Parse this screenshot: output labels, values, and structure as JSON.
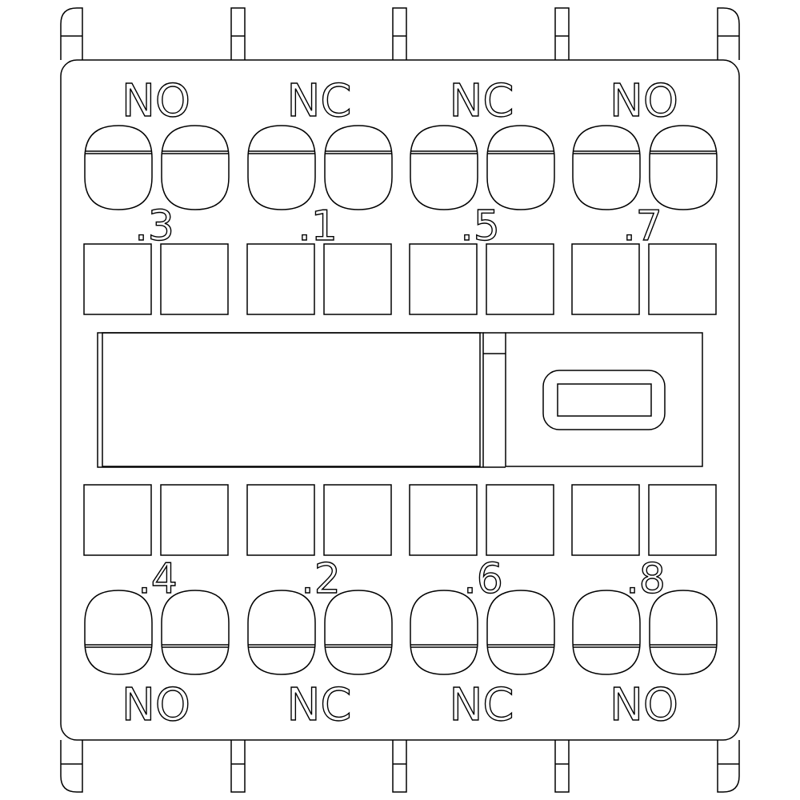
{
  "top_labels": [
    "NO",
    "NC",
    "NC",
    "NO"
  ],
  "top_terminal_numbers": [
    ".3",
    ".1",
    ".5",
    ".7"
  ],
  "bottom_terminal_numbers": [
    ".4",
    ".2",
    ".6",
    ".8"
  ],
  "bottom_labels": [
    "NO",
    "NC",
    "NC",
    "NO"
  ],
  "colors": {
    "line": "#000000",
    "background": "#ffffff"
  }
}
